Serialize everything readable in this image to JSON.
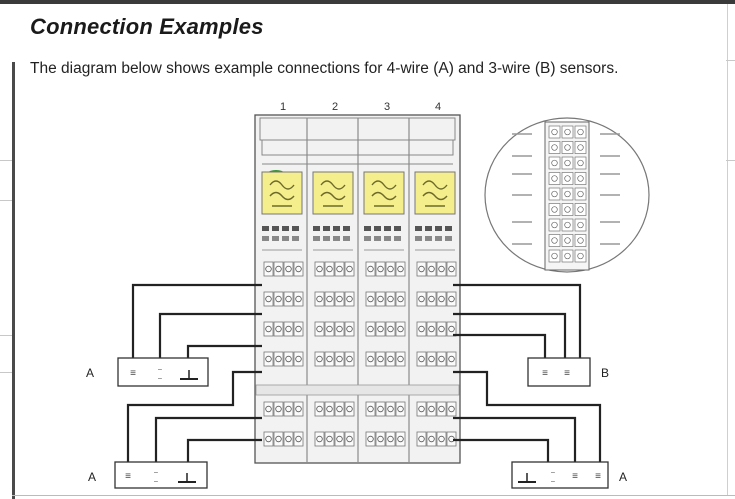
{
  "page": {
    "title": "Connection Examples",
    "description": "The diagram below shows example connections for 4-wire (A) and 3-wire (B) sensors."
  },
  "diagram": {
    "channel_numbers": [
      "1",
      "2",
      "3",
      "4"
    ],
    "sensor_labels": {
      "upper_left": "A",
      "upper_right": "B",
      "lower_left": "A",
      "lower_right": "A"
    }
  },
  "colors": {
    "heading": "#1a1a1a",
    "module_fill": "#f2f2f2",
    "label_yellow": "#f4ee8c",
    "wire": "#222222"
  }
}
